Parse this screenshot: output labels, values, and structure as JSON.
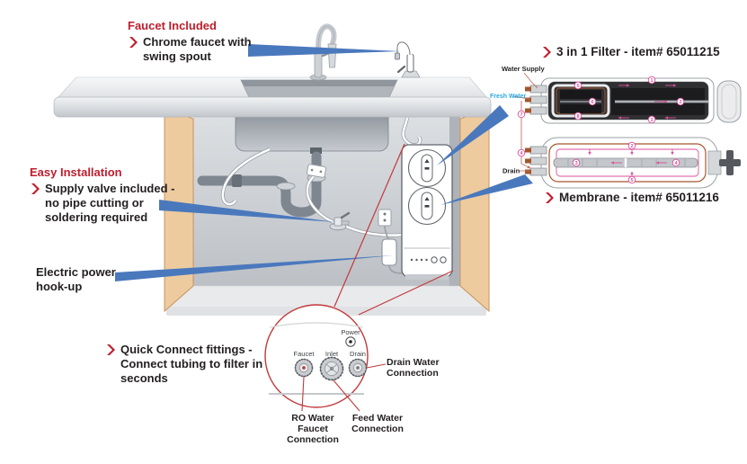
{
  "colors": {
    "heading_red": "#BE1E2D",
    "callout_blue": "#4A78BD",
    "leader_red": "#C2393B",
    "flow_pink": "#D9509B",
    "fresh_water_teal": "#29A8DF",
    "cabinet_tan": "#EDCB9F",
    "diagram_brown": "#A3562E",
    "text_dark": "#231F20"
  },
  "callouts": {
    "faucet": {
      "heading": "Faucet Included",
      "body": "Chrome faucet with swing spout"
    },
    "install": {
      "heading": "Easy Installation",
      "body": "Supply valve included - no pipe cutting or soldering required"
    },
    "power": {
      "body": "Electric power hook-up"
    },
    "quick": {
      "body": "Quick Connect fittings - Connect tubing to filter in seconds"
    }
  },
  "products": {
    "filter": {
      "label": "3 in 1 Filter - item# 65011215"
    },
    "membrane": {
      "label": "Membrane - item# 65011216"
    }
  },
  "diagram_labels": {
    "water_supply": "Water Supply",
    "fresh_water": "Fresh Water",
    "drain": "Drain"
  },
  "detail": {
    "power": "Power",
    "faucet": "Faucet",
    "inlet": "Inlet",
    "drain": "Drain",
    "drain_conn": "Drain Water Connection",
    "ro_conn": "RO Water Faucet Connection",
    "feed_conn": "Feed Water Connection"
  },
  "flow_markers": {
    "filter": [
      "5",
      "6",
      "8",
      "1",
      "2",
      "3"
    ],
    "connector": [
      "7",
      "4"
    ],
    "membrane": [
      "2",
      "3",
      "4",
      "5"
    ]
  }
}
